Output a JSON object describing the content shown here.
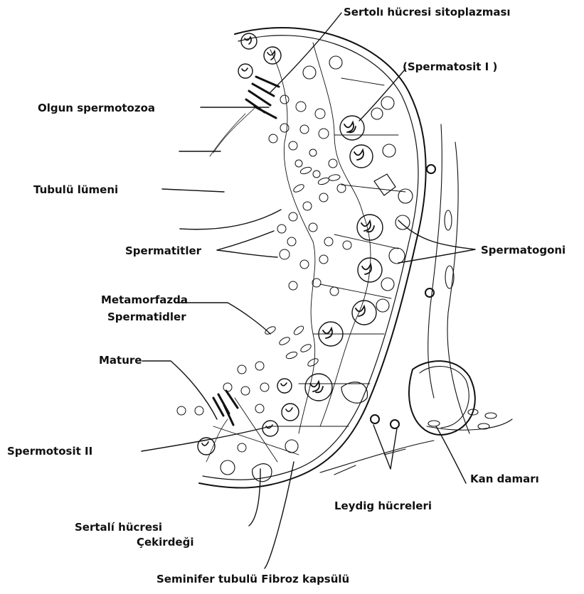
{
  "labels": {
    "sertoli_cytoplasm": "Sertolı  hücresi sitoplazması",
    "spermatocyte_1": "(Spermatosit I )",
    "mature_sperm": "Olgun spermotozoa",
    "lumen": "Tubulü lümeni",
    "spermatids": "Spermatitler",
    "spermatogonia": "Spermatogoni",
    "metamorph_1": "Metamorfazda",
    "metamorph_2": "Spermatidler",
    "mature": "Mature",
    "spermatocyte_2": "Spermotosit II",
    "sertoli_nucleus_1": "Sertalí hücresi",
    "sertoli_nucleus_2": "Çekirdeği",
    "leydig": "Leydig hücreleri",
    "blood_vessel": "Kan damarı",
    "fibrous_capsule": "Seminifer tubulü Fibroz kapsülü"
  },
  "colors": {
    "ink": "#111111",
    "paper": "#ffffff"
  }
}
